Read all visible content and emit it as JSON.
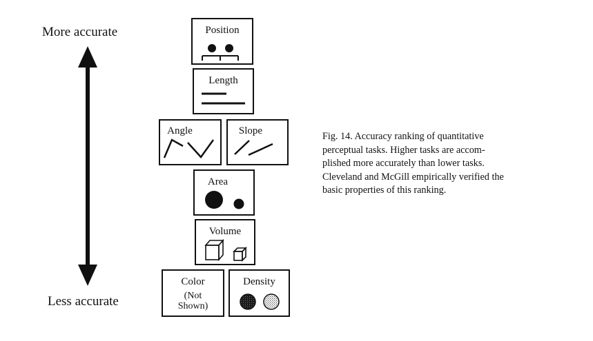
{
  "scale": {
    "top_label": "More accurate",
    "bottom_label": "Less accurate"
  },
  "tasks": {
    "position": "Position",
    "length": "Length",
    "angle": "Angle",
    "slope": "Slope",
    "area": "Area",
    "volume": "Volume",
    "color_title": "Color",
    "color_note_line1": "(Not",
    "color_note_line2": "Shown)",
    "density": "Density"
  },
  "caption": {
    "line1": "Fig. 14.  Accuracy ranking of quantitative",
    "line2": "perceptual tasks. Higher tasks are accom-",
    "line3": "plished more accurately than lower tasks.",
    "line4": "Cleveland and McGill empirically verified the",
    "line5": "basic properties of this ranking."
  }
}
